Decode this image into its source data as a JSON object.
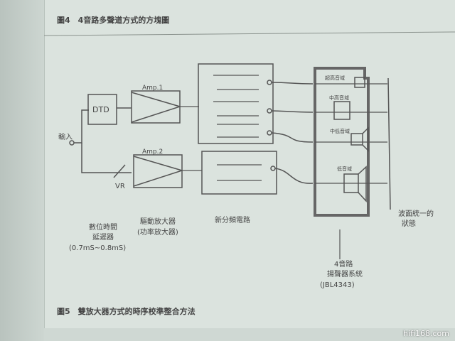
{
  "figure4_caption": "圖4　4音路多聲道方式的方塊圖",
  "figure5_caption": "圖5　雙放大器方式的時序校準整合方法",
  "diagram": {
    "input_label": "輸入",
    "dtd_label": "DTD",
    "amp1_label": "Amp.1",
    "amp2_label": "Amp.2",
    "vr_label": "VR",
    "delay_label_1": "數位時間",
    "delay_label_2": "延遲器",
    "delay_label_3": "(0.7mS~0.8mS)",
    "amp_label_1": "驅動放大器",
    "amp_label_2": "(功率放大器)",
    "crossover_label": "新分頻電路",
    "driver_super_high": "超高音域",
    "driver_mid_high": "中高音域",
    "driver_mid_low": "中低音域",
    "driver_low": "低音域",
    "wavefront_label_1": "波面統一的",
    "wavefront_label_2": "狀態",
    "system_label_1": "4音路",
    "system_label_2": "揚聲器系統",
    "system_label_3": "(JBL4343)"
  },
  "watermark": "hifi168.com"
}
